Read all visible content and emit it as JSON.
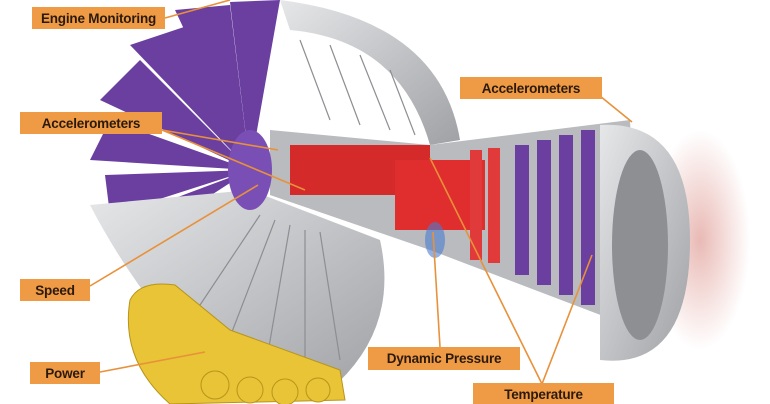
{
  "title": "Engine sensor locations",
  "colors": {
    "label_bg": "#ef9a45",
    "label_text": "#2b1a0c",
    "fan_blade": "#6a3fa0",
    "core": "#d52a2a",
    "casing": "#c9cacc",
    "gearbox": "#e8c436"
  },
  "labels": {
    "engine_monitoring": "Engine Monitoring",
    "accelerometers_right": "Accelerometers",
    "accelerometers_left": "Accelerometers",
    "speed": "Speed",
    "power": "Power",
    "dynamic_pressure": "Dynamic Pressure",
    "temperature": "Temperature"
  }
}
